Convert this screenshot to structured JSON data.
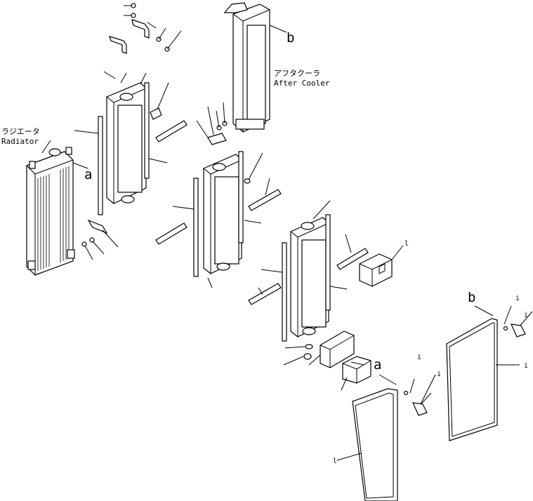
{
  "labels": {
    "radiator_jp": "ラジエータ",
    "radiator_en": "Radiator",
    "aftercooler_jp": "アフタクーラ",
    "aftercooler_en": "After Cooler",
    "ref_a": "a",
    "ref_b": "b",
    "callout_i": "i",
    "callout_l": "l"
  },
  "colors": {
    "line": "#000000",
    "background": "#ffffff"
  }
}
